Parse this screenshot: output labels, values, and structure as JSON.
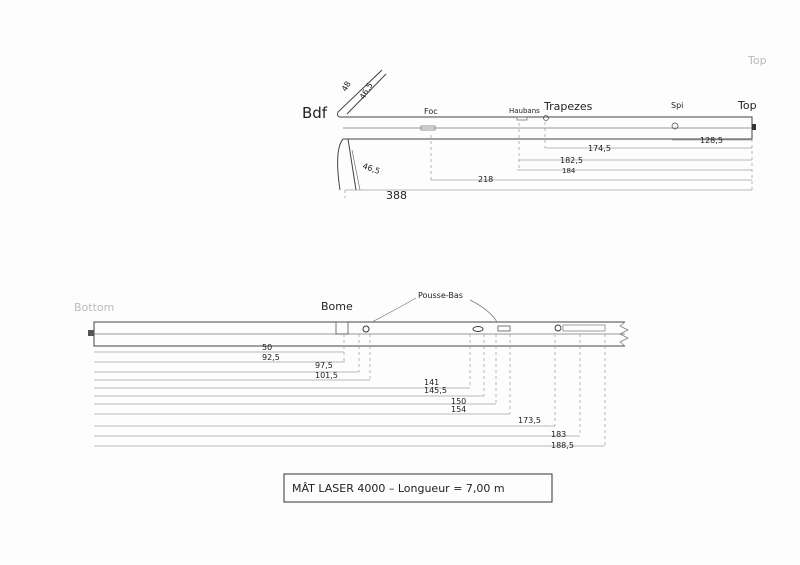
{
  "corner_label": "Top",
  "top_mast": {
    "labels": {
      "bdf": "Bdf",
      "foc": "Foc",
      "haubans": "Haubans",
      "trapezes": "Trapezes",
      "spi": "Spi",
      "top": "Top"
    },
    "angle_labels": [
      "48",
      "46,5",
      "46,5"
    ],
    "dims": [
      "174,5",
      "128,5",
      "182,5",
      "184",
      "218",
      "388"
    ]
  },
  "bottom_mast": {
    "labels": {
      "bottom": "Bottom",
      "bome": "Bome",
      "pousse_bas": "Pousse-Bas"
    },
    "dims": [
      "50",
      "92,5",
      "97,5",
      "101,5",
      "141",
      "145,5",
      "150",
      "154",
      "173,5",
      "183",
      "188,5"
    ]
  },
  "caption": {
    "text": "MÂT  LASER 4000   – Longueur = 7,00 m"
  }
}
